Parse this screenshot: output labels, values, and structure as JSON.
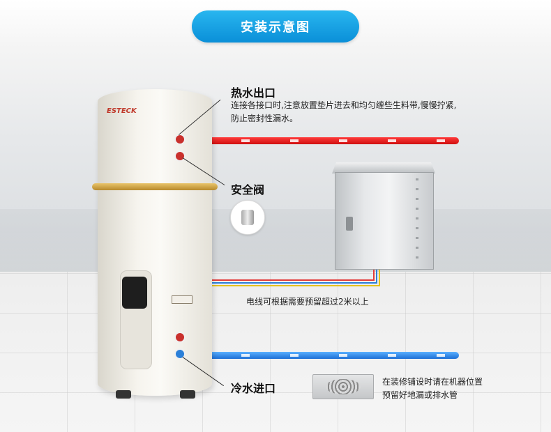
{
  "header": {
    "title": "安装示意图"
  },
  "labels": {
    "hot_outlet": "热水出口",
    "hot_outlet_note": "连接各接口时,注意放置垫片进去和均匀缠些生料带,慢慢拧紧,防止密封性漏水。",
    "safety_valve": "安全阀",
    "wire_note": "电线可根据需要预留超过2米以上",
    "cold_inlet": "冷水进口",
    "drain_note_line1": "在装修铺设时请在机器位置",
    "drain_note_line2": "预留好地漏或排水管"
  },
  "device": {
    "brand_logo": "ESTECK"
  },
  "colors": {
    "header_blue": "#0a8fd8",
    "hot_pipe": "#e01c1c",
    "cold_pipe": "#2a7fd8",
    "gold_band": "#d4a64a"
  },
  "icons": [
    "safety-valve-icon",
    "electrical-box-icon",
    "floor-drain-icon"
  ]
}
